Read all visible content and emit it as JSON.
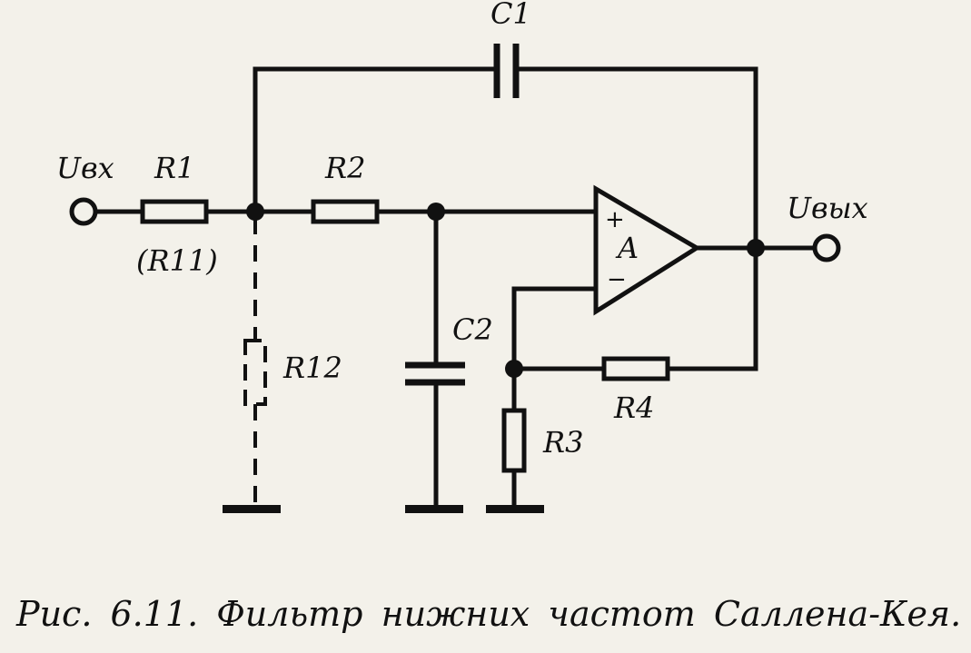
{
  "diagram": {
    "labels": {
      "c1": "C1",
      "uin": "Uвх",
      "r1": "R1",
      "r11": "(R11)",
      "r2": "R2",
      "uout": "Uвых",
      "amp": "A",
      "plus": "+",
      "minus": "−",
      "c2": "C2",
      "r12": "R12",
      "r3": "R3",
      "r4": "R4"
    }
  },
  "caption": "Рис. 6.11. Фильтр нижних частот Саллена-Кея."
}
